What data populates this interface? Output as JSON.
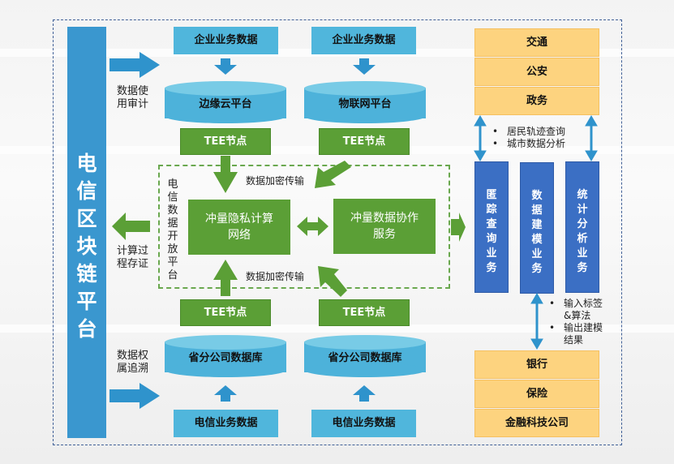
{
  "blockchain_platform": {
    "label": "电信区块链平台",
    "chars": [
      "电",
      "信",
      "区",
      "块",
      "链",
      "平",
      "台"
    ]
  },
  "top": {
    "left_source": "企业业务数据",
    "right_source": "企业业务数据",
    "left_platform": "边缘云平台",
    "right_platform": "物联网平台",
    "left_tee": "TEE节点",
    "right_tee": "TEE节点"
  },
  "bottom": {
    "left_source": "电信业务数据",
    "right_source": "电信业务数据",
    "left_db": "省分公司数据库",
    "right_db": "省分公司数据库",
    "left_tee": "TEE节点",
    "right_tee": "TEE节点"
  },
  "open_platform": {
    "label_chars": [
      "电",
      "信",
      "数",
      "据",
      "开",
      "放",
      "平",
      "台"
    ],
    "privacy_network": {
      "line1": "冲量隐私计算",
      "line2": "网络"
    },
    "collab_service": {
      "line1": "冲量数据协作",
      "line2": "服务"
    },
    "encrypt_top": "数据加密传输",
    "encrypt_bottom": "数据加密传输"
  },
  "side_notes": {
    "usage_audit": {
      "line1": "数据使",
      "line2": "用审计"
    },
    "compute_proof": {
      "line1": "计算过",
      "line2": "程存证"
    },
    "ownership_trace": {
      "line1": "数据权",
      "line2": "属追溯"
    }
  },
  "gov_clients": [
    "交通",
    "公安",
    "政务"
  ],
  "gov_bullets": [
    "居民轨迹查询",
    "城市数据分析"
  ],
  "services": [
    {
      "label": "匿踪查询业务",
      "chars": [
        "匿",
        "踪",
        "查",
        "询",
        "业",
        "务"
      ]
    },
    {
      "label": "数据建模业务",
      "chars": [
        "数",
        "据",
        "建",
        "模",
        "业",
        "务"
      ]
    },
    {
      "label": "统计分析业务",
      "chars": [
        "统",
        "计",
        "分",
        "析",
        "业",
        "务"
      ]
    }
  ],
  "fin_bullets": [
    {
      "line1": "输入标签",
      "line2": "&算法"
    },
    {
      "line1": "输出建模",
      "line2": "结果"
    }
  ],
  "fin_clients": [
    "银行",
    "保险",
    "金融科技公司"
  ],
  "colors": {
    "chain_blue": "#3a97cf",
    "source_blue": "#50b6dc",
    "green": "#5b9f36",
    "orange": "#fdd37f",
    "service_blue": "#3b6fc4",
    "arrow_blue": "#2f93cc",
    "border": "#3f5f96"
  }
}
